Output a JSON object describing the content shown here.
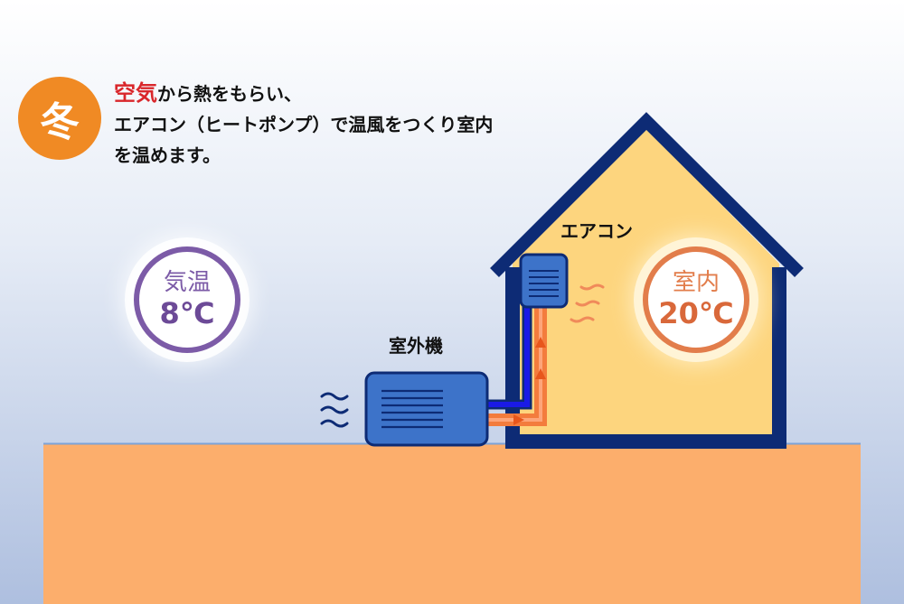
{
  "season": {
    "badge": "冬"
  },
  "caption": {
    "highlight": "空気",
    "line1_rest": "から熱をもらい、",
    "line2": "エアコン（ヒートポンプ）で温風をつくり室内",
    "line3": "を温めます。"
  },
  "outdoor": {
    "label": "気温",
    "value": "8℃"
  },
  "indoor": {
    "label": "室内",
    "value": "20℃"
  },
  "labels": {
    "outdoor_unit": "室外機",
    "air_conditioner": "エアコン"
  },
  "colors": {
    "badge_orange": "#f08a24",
    "highlight_red": "#d9262b",
    "outdoor_purple": "#7c5ba7",
    "indoor_orange": "#e27d4b",
    "house_fill": "#fdd57e",
    "house_outline": "#0d2b75",
    "ground": "#fcae6c",
    "unit_blue": "#3d73c9",
    "pipe_blue": "#1a1ae6",
    "pipe_orange": "#f37c3d"
  },
  "icons": [
    "wind-lines-icon",
    "warm-air-icon",
    "flow-arrow-icon"
  ]
}
